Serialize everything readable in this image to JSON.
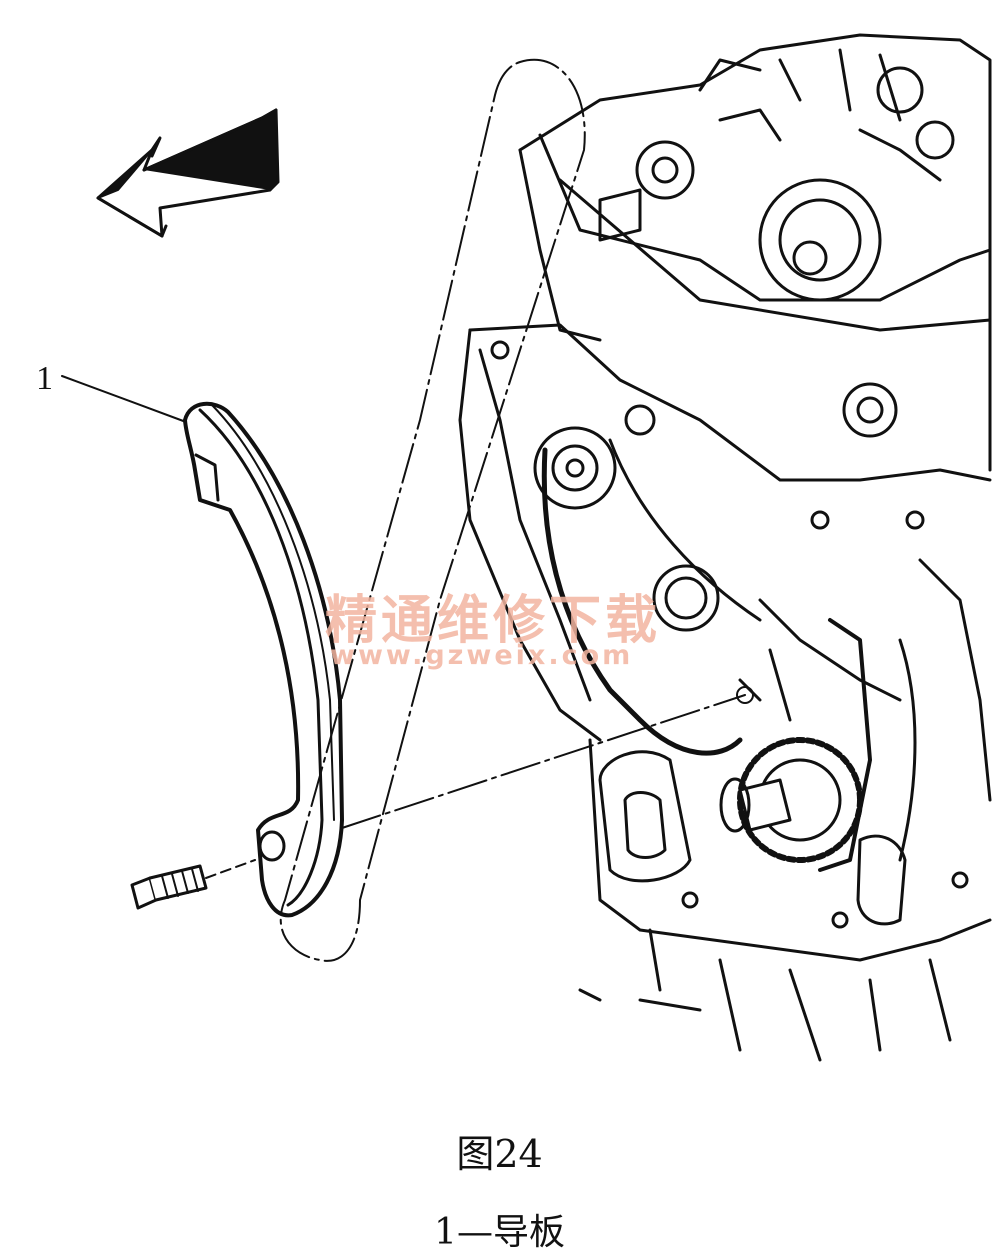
{
  "figure": {
    "callout_number": "1",
    "title": "图24",
    "caption": "1—导板"
  },
  "watermark": {
    "text_cn": "精通维修下载",
    "url": "www.gzweix.com",
    "color": "#f3b5a0"
  },
  "colors": {
    "line": "#111111",
    "background": "#ffffff"
  },
  "icons": [
    "direction-arrow-icon",
    "bolt-icon"
  ]
}
